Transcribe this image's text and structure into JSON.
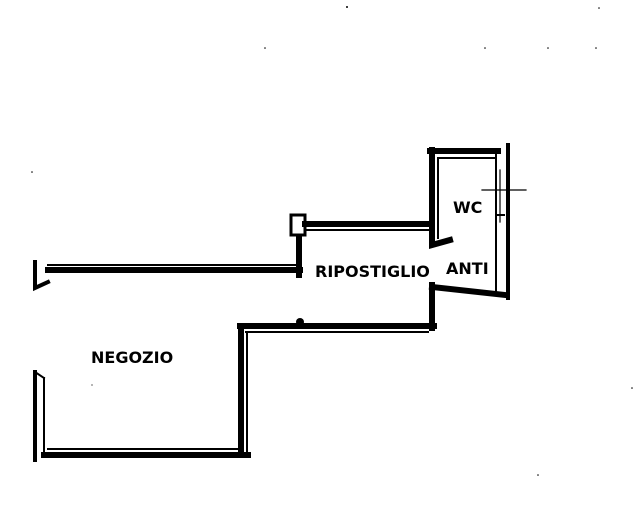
{
  "floor_plan": {
    "rooms": [
      {
        "id": "negozio",
        "label": "NEGOZIO"
      },
      {
        "id": "ripostiglio",
        "label": "RIPOSTIGLIO"
      },
      {
        "id": "wc",
        "label": "WC"
      },
      {
        "id": "anti",
        "label": "ANTI"
      }
    ]
  }
}
